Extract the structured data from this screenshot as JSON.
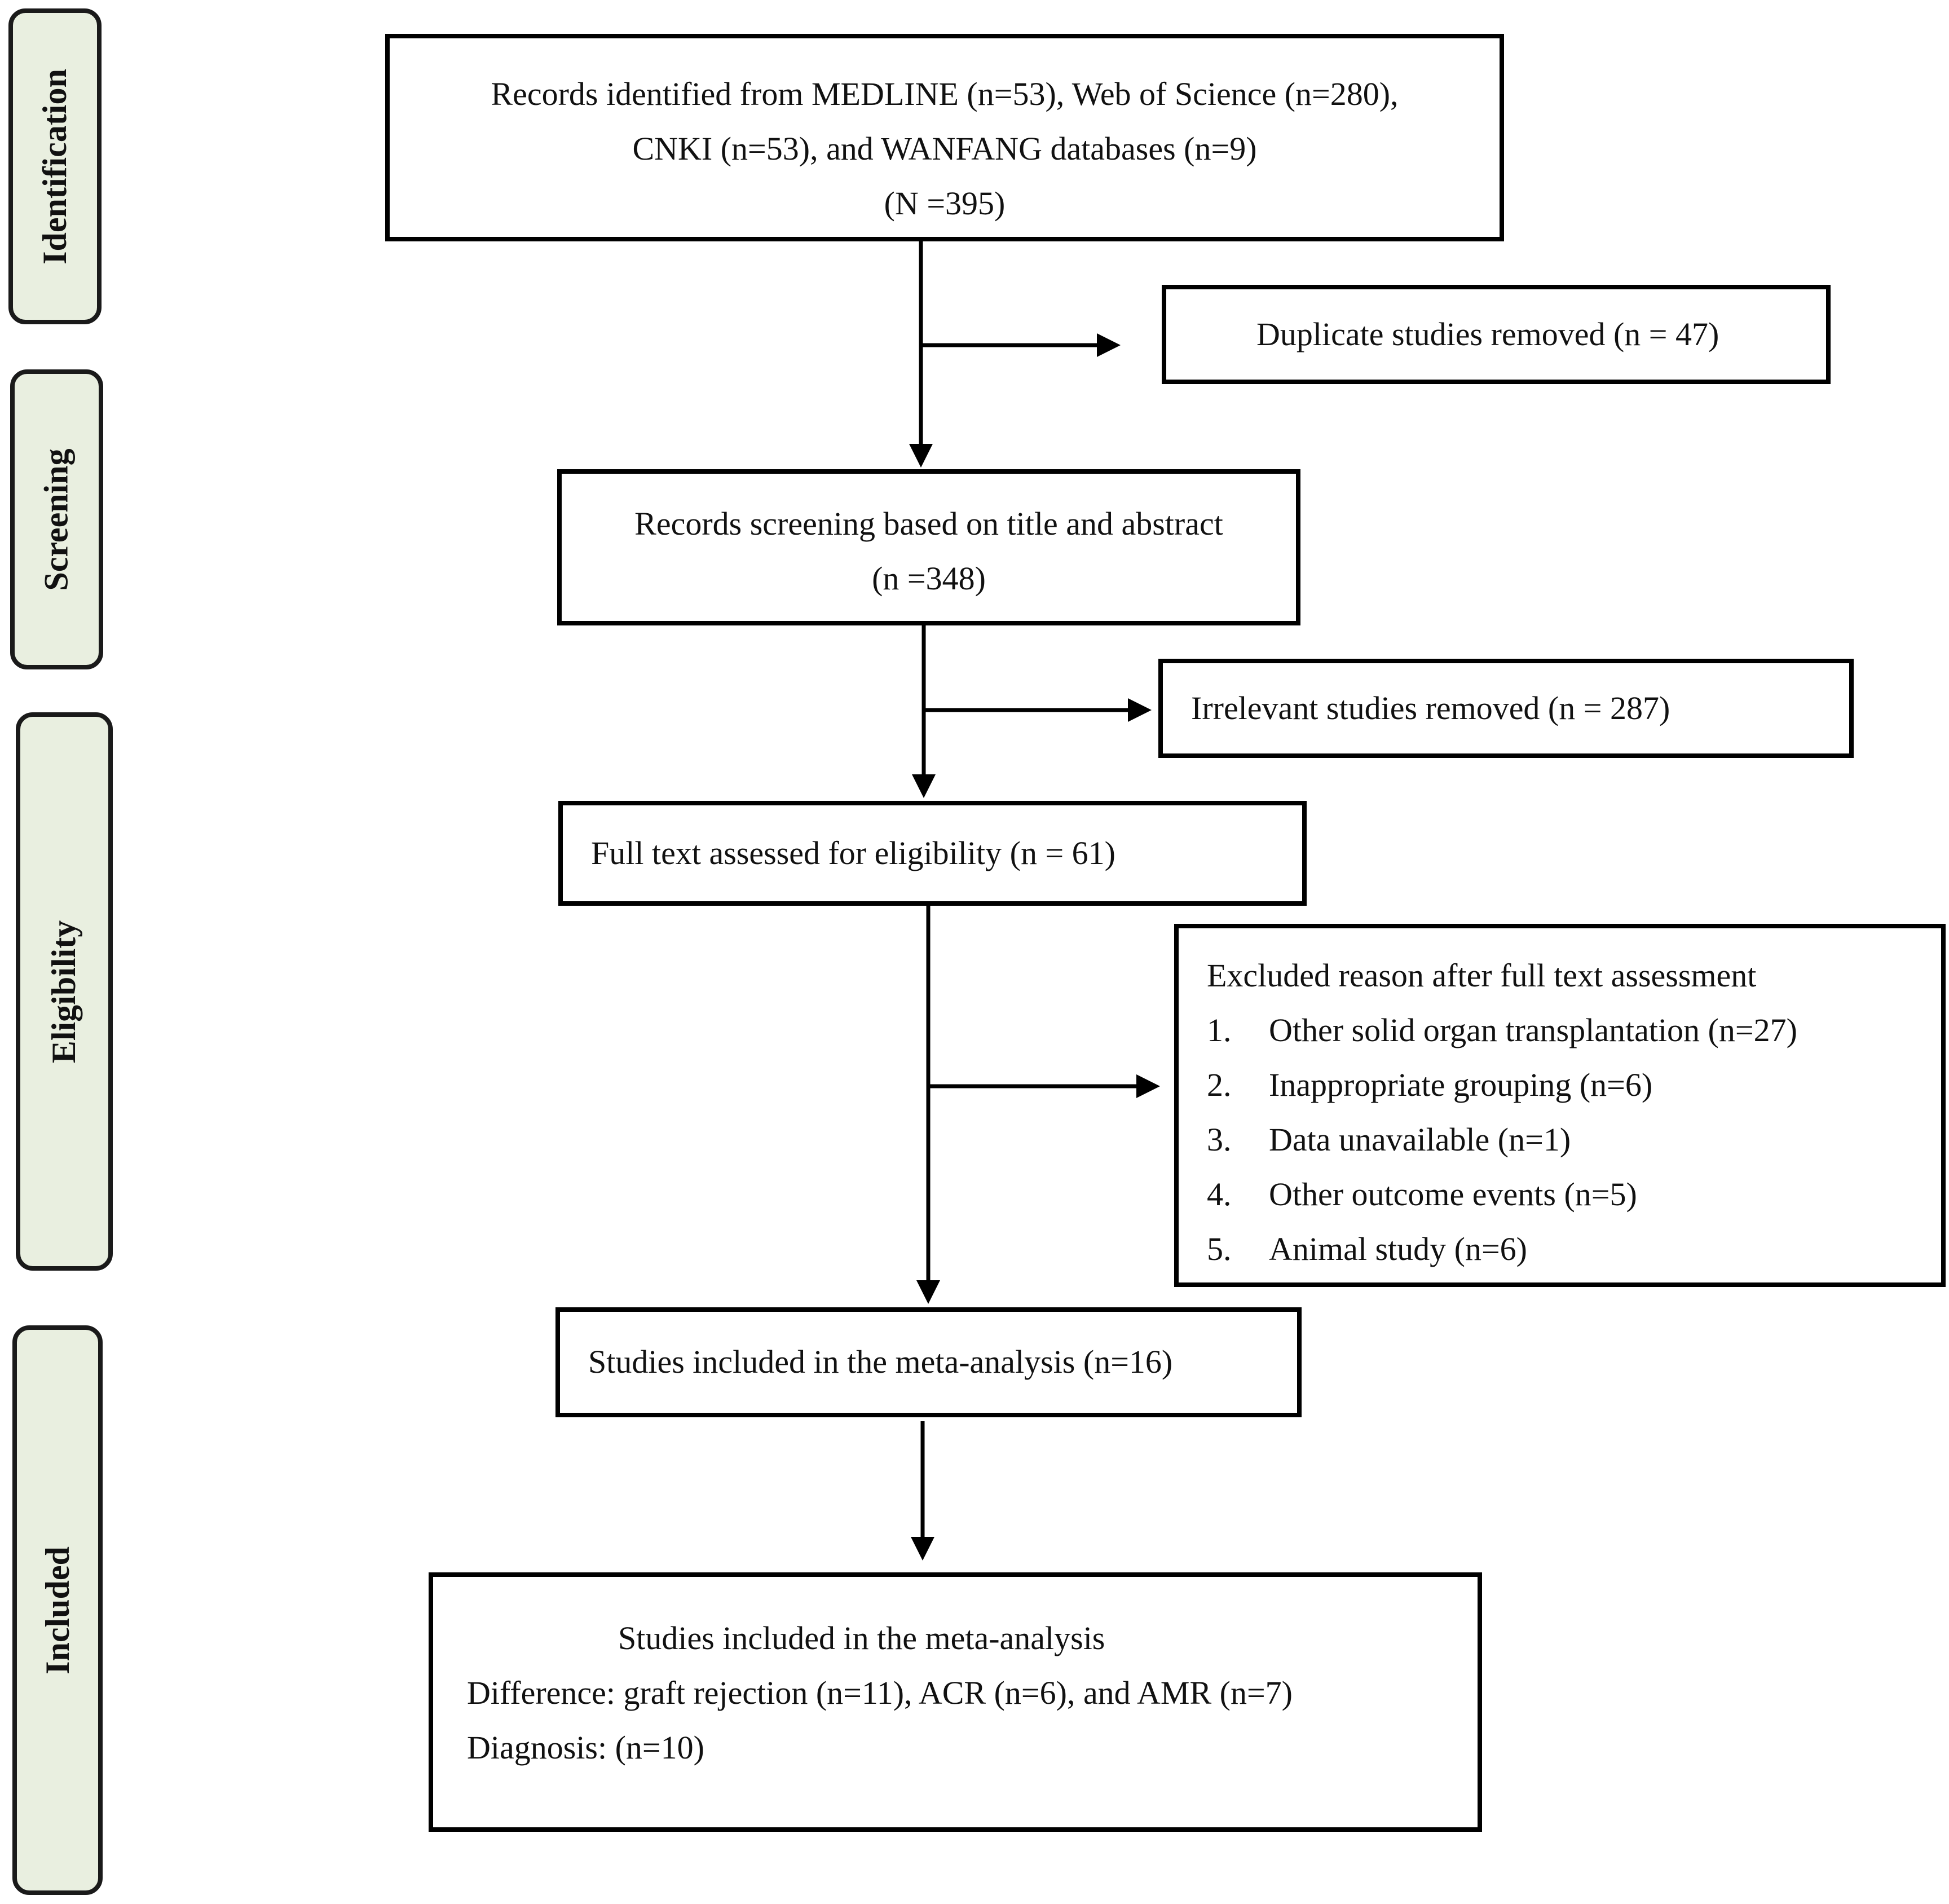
{
  "phases": {
    "identification": "Identification",
    "screening": "Screening",
    "eligibility": "Eligibility",
    "included": "Included"
  },
  "boxes": {
    "records_identified": {
      "line1": "Records identified from MEDLINE (n=53), Web of Science (n=280),",
      "line2": "CNKI (n=53), and WANFANG databases (n=9)",
      "line3": "(N =395)"
    },
    "duplicates_removed": "Duplicate studies removed (n = 47)",
    "records_screening": {
      "line1": "Records screening based on title and abstract",
      "line2": "(n =348)"
    },
    "irrelevant_removed": "Irrelevant studies removed (n = 287)",
    "full_text_assessed": "Full text assessed for eligibility (n = 61)",
    "excluded": {
      "title": "Excluded reason after full text assessment",
      "items": [
        {
          "num": "1.",
          "text": "Other solid organ transplantation (n=27)"
        },
        {
          "num": "2.",
          "text": "Inappropriate grouping (n=6)"
        },
        {
          "num": "3.",
          "text": "Data unavailable (n=1)"
        },
        {
          "num": "4.",
          "text": "Other outcome events (n=5)"
        },
        {
          "num": "5.",
          "text": "Animal study (n=6)"
        }
      ]
    },
    "studies_included": "Studies included in the meta-analysis (n=16)",
    "final": {
      "title": "Studies included in the meta-analysis",
      "line1": "Difference: graft rejection (n=11), ACR (n=6), and AMR (n=7)",
      "line2": "Diagnosis: (n=10)"
    }
  }
}
